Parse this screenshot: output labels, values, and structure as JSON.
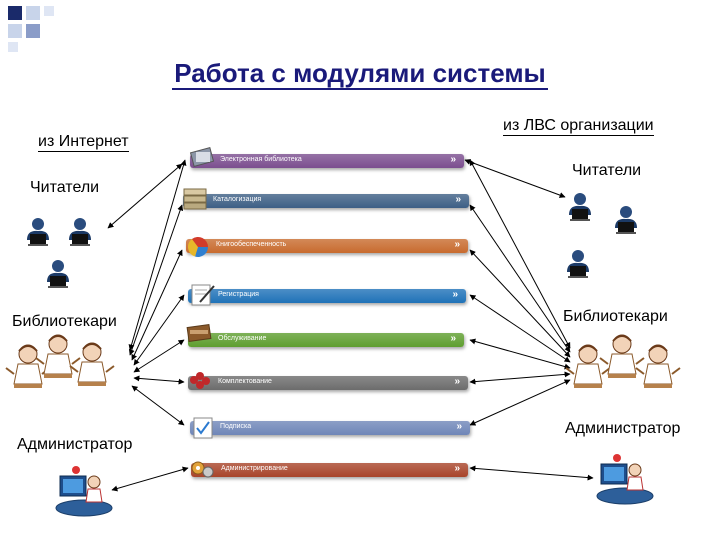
{
  "title": "Работа с модулями системы",
  "left": {
    "header": "из Интернет",
    "readers": "Читатели",
    "librarians": "Библиотекари",
    "admin": "Администратор"
  },
  "right": {
    "header": "из ЛВС организации",
    "readers": "Читатели",
    "librarians": "Библиотекари",
    "admin": "Администратор"
  },
  "modules": [
    {
      "label": "Электронная библиотека",
      "color": "#7b4e8f",
      "icon": "book-icon"
    },
    {
      "label": "Каталогизация",
      "color": "#3d5f85",
      "icon": "catalog-icon"
    },
    {
      "label": "Книгообеспеченность",
      "color": "#c86b2e",
      "icon": "pie-chart-icon"
    },
    {
      "label": "Регистрация",
      "color": "#1f72b8",
      "icon": "registration-icon"
    },
    {
      "label": "Обслуживание",
      "color": "#5e9e2f",
      "icon": "service-icon"
    },
    {
      "label": "Комплектование",
      "color": "#6c6c6c",
      "icon": "acquisition-icon"
    },
    {
      "label": "Подписка",
      "color": "#6f86b8",
      "icon": "subscription-icon"
    },
    {
      "label": "Администрирование",
      "color": "#a8442a",
      "icon": "administration-icon"
    }
  ],
  "arrow_glyph": "»"
}
